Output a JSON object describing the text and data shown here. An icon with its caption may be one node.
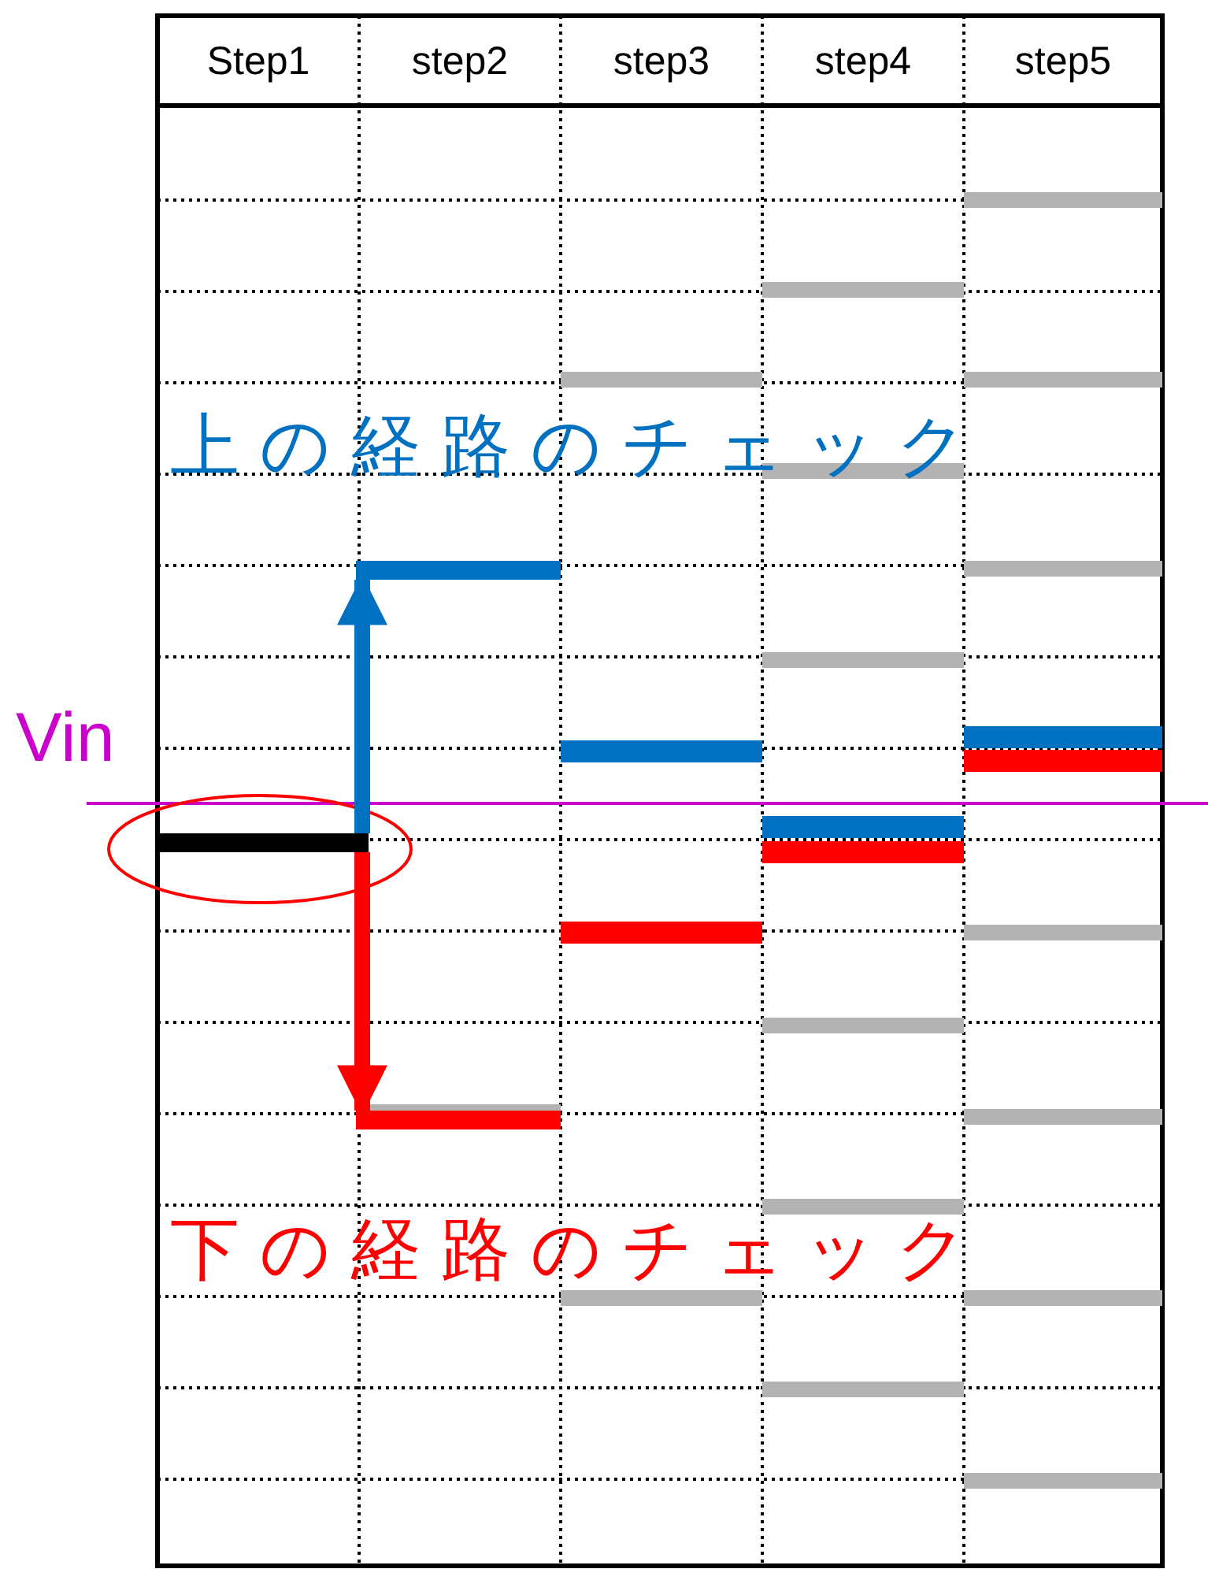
{
  "diagram": {
    "nodes": [
      {
        "text": [],
        "shape": "bar"
      },
      {
        "text": [],
        "shape": "bar"
      },
      {
        "text": [],
        "shape": "bar"
      },
      {
        "text": [],
        "shape": "bar"
      },
      {
        "text": [],
        "shape": "bar"
      },
      {
        "text": [],
        "shape": "bar"
      },
      {
        "text": [],
        "shape": "bar"
      },
      {
        "text": [],
        "shape": "bar"
      },
      {
        "text": [],
        "shape": "bar"
      },
      {
        "text": [],
        "shape": "bar"
      },
      {
        "text": [],
        "shape": "bar"
      },
      {
        "text": [],
        "shape": "bar"
      },
      {
        "text": [],
        "shape": "bar"
      },
      {
        "text": [],
        "shape": "bar"
      },
      {
        "text": [],
        "shape": "bar"
      },
      {
        "text": [],
        "shape": "bar"
      },
      {
        "text": [],
        "shape": "bar"
      },
      {
        "text": [],
        "shape": "bar"
      },
      {
        "text": [],
        "shape": "bar"
      },
      {
        "text": [],
        "shape": "bar"
      },
      {
        "text": [],
        "shape": "bar"
      },
      {
        "text": [],
        "shape": "bar"
      },
      {
        "text": [],
        "shape": "bar"
      },
      {
        "text": [],
        "shape": "bar"
      },
      {
        "text": [],
        "shape": "bar"
      }
    ],
    "edges": [
      {
        "from": 12,
        "to": 5,
        "arrow": "to",
        "color": "#0070c0"
      },
      {
        "from": 12,
        "to": 19,
        "arrow": "to",
        "color": "#ff0000"
      }
    ],
    "labels": [
      "Step1",
      "step2",
      "step3",
      "step4",
      "step5",
      "上の経路のチェック",
      "Vin",
      "下の経路のチェック"
    ]
  }
}
